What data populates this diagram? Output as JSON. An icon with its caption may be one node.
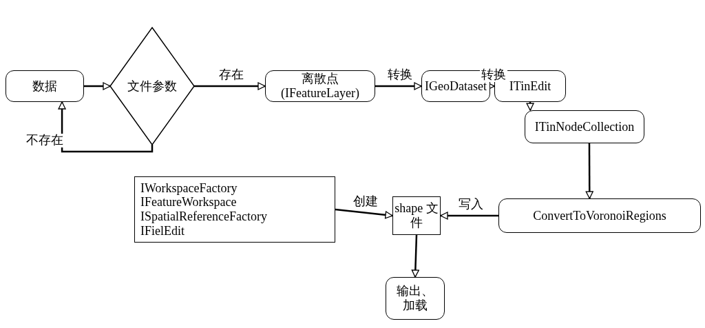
{
  "diagram": {
    "nodes": [
      {
        "text": [
          "数据"
        ]
      },
      {
        "text": [
          "文件参数"
        ]
      },
      {
        "text": [
          "离散点(IFeatureLayer)"
        ]
      },
      {
        "text": [
          "IGeoDataset"
        ]
      },
      {
        "text": [
          "ITinEdit"
        ]
      },
      {
        "text": [
          "ITinNodeCollection"
        ]
      },
      {
        "text": [
          "ConvertToVoronoiRegions"
        ]
      },
      {
        "text": [
          "IWorkspaceFactory",
          "IFeatureWorkspace",
          "ISpatialReferenceFactory",
          "IFielEdit"
        ]
      },
      {
        "text": [
          "shape 文件"
        ]
      },
      {
        "text": [
          "输出、加载"
        ]
      }
    ],
    "edges": [
      {
        "from": 0,
        "to": 1,
        "arrow": "to"
      },
      {
        "from": 1,
        "to": 2,
        "arrow": "to",
        "label": "存在"
      },
      {
        "from": 1,
        "to": 0,
        "arrow": "to",
        "label": "不存在"
      },
      {
        "from": 2,
        "to": 3,
        "arrow": "to",
        "label": "转换"
      },
      {
        "from": 3,
        "to": 4,
        "arrow": "to",
        "label": "转换"
      },
      {
        "from": 4,
        "to": 5,
        "arrow": "to"
      },
      {
        "from": 5,
        "to": 6,
        "arrow": "to"
      },
      {
        "from": 6,
        "to": 8,
        "arrow": "to",
        "label": "写入"
      },
      {
        "from": 7,
        "to": 8,
        "arrow": "to",
        "label": "创建"
      },
      {
        "from": 8,
        "to": 9,
        "arrow": "to"
      }
    ]
  }
}
